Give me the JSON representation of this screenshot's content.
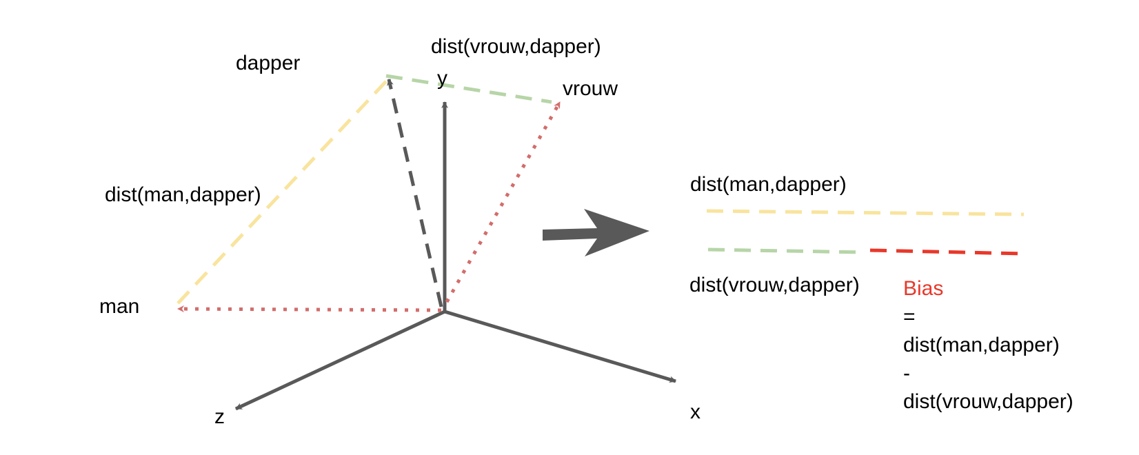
{
  "labels": {
    "dapper": "dapper",
    "dist_vrouw_dapper_top": "dist(vrouw,dapper)",
    "y_axis": "y",
    "vrouw": "vrouw",
    "dist_man_dapper_left": "dist(man,dapper)",
    "man": "man",
    "z_axis": "z",
    "x_axis": "x",
    "dist_man_dapper_right": "dist(man,dapper)",
    "dist_vrouw_dapper_right": "dist(vrouw,dapper)"
  },
  "formula": {
    "bias": "Bias",
    "equals": "=",
    "term1": "dist(man,dapper)",
    "minus": "-",
    "term2": "dist(vrouw,dapper)"
  },
  "colors": {
    "axis": "#595959",
    "man_dist": "#f9e49e",
    "vrouw_dist": "#b7d5a8",
    "vector": "#d26d6b",
    "bias": "#e8382a"
  }
}
